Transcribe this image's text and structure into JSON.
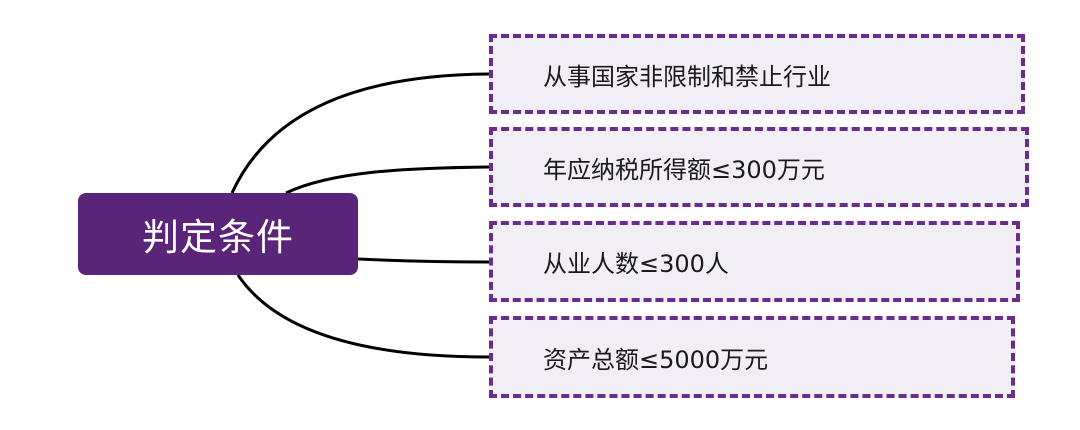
{
  "root": {
    "label": "判定条件"
  },
  "conditions": [
    {
      "label": "从事国家非限制和禁止行业"
    },
    {
      "label": "年应纳税所得额≤300万元"
    },
    {
      "label": "从业人数≤300人"
    },
    {
      "label": "资产总额≤5000万元"
    }
  ],
  "colors": {
    "root_fill": "#5a2479",
    "box_border": "#6b2d8c",
    "box_fill": "#f1eef5",
    "connector": "#000000"
  }
}
